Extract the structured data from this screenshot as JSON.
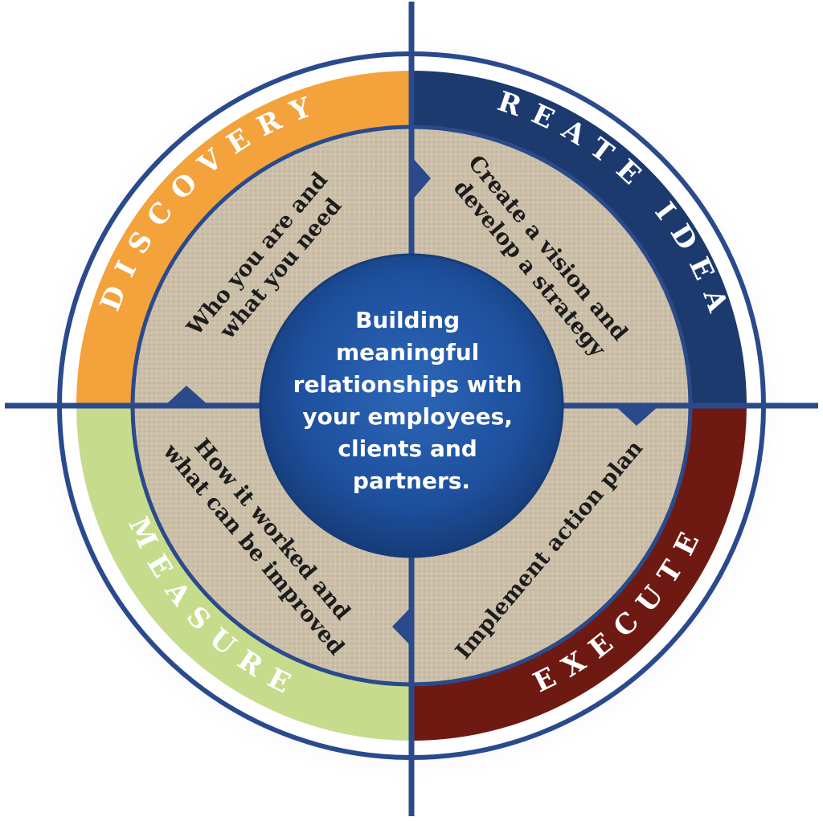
{
  "center": {
    "lines": [
      "Building",
      "meaningful",
      "relationships with",
      "your employees,",
      "clients and",
      "partners."
    ],
    "color": "#1d4f9c"
  },
  "stages": [
    {
      "id": "discovery",
      "label": "DISCOVERY",
      "description": [
        "Who you are and",
        "what you need"
      ],
      "color": "#f4a23c"
    },
    {
      "id": "create-ideas",
      "label": "CREATE IDEAS",
      "description": [
        "Create a vision and",
        "develop a strategy"
      ],
      "color": "#1c3a6e"
    },
    {
      "id": "execute",
      "label": "EXECUTE",
      "description": [
        "Implement action plan"
      ],
      "color": "#6e1a12"
    },
    {
      "id": "measure",
      "label": "MEASURE",
      "description": [
        "How it worked and",
        "what can be improved"
      ],
      "color": "#c6dc8c"
    }
  ],
  "colors": {
    "axis": "#2a4a8c",
    "inner_fill": "#cbbfa9",
    "ring_border": "#2a4a8c"
  }
}
